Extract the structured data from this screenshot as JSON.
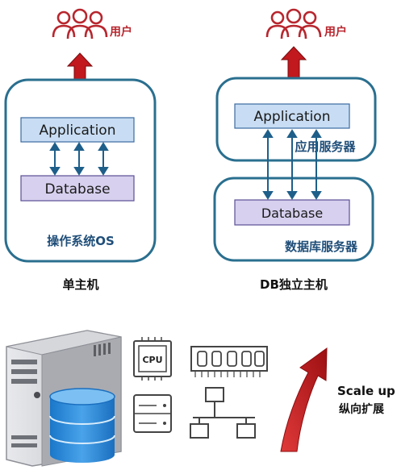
{
  "single_host": {
    "user_label": "用户",
    "app_label": "Application",
    "db_label": "Database",
    "os_label": "操作系统OS",
    "caption": "单主机"
  },
  "split_host": {
    "user_label": "用户",
    "app_label": "Application",
    "app_server_label": "应用服务器",
    "db_label": "Database",
    "db_server_label": "数据库服务器",
    "caption": "DB独立主机"
  },
  "scale_up": {
    "title": "Scale up",
    "subtitle": "纵向扩展",
    "cpu_label": "CPU"
  },
  "colors": {
    "user_red": "#b8262e",
    "box_stroke": "#2a6f8f",
    "app_fill": "#c8ddf3",
    "db_fill": "#d7d0ee",
    "connector": "#1e5f8a",
    "arrow_red": "#c1191e",
    "server_gray": "#8e9097"
  }
}
